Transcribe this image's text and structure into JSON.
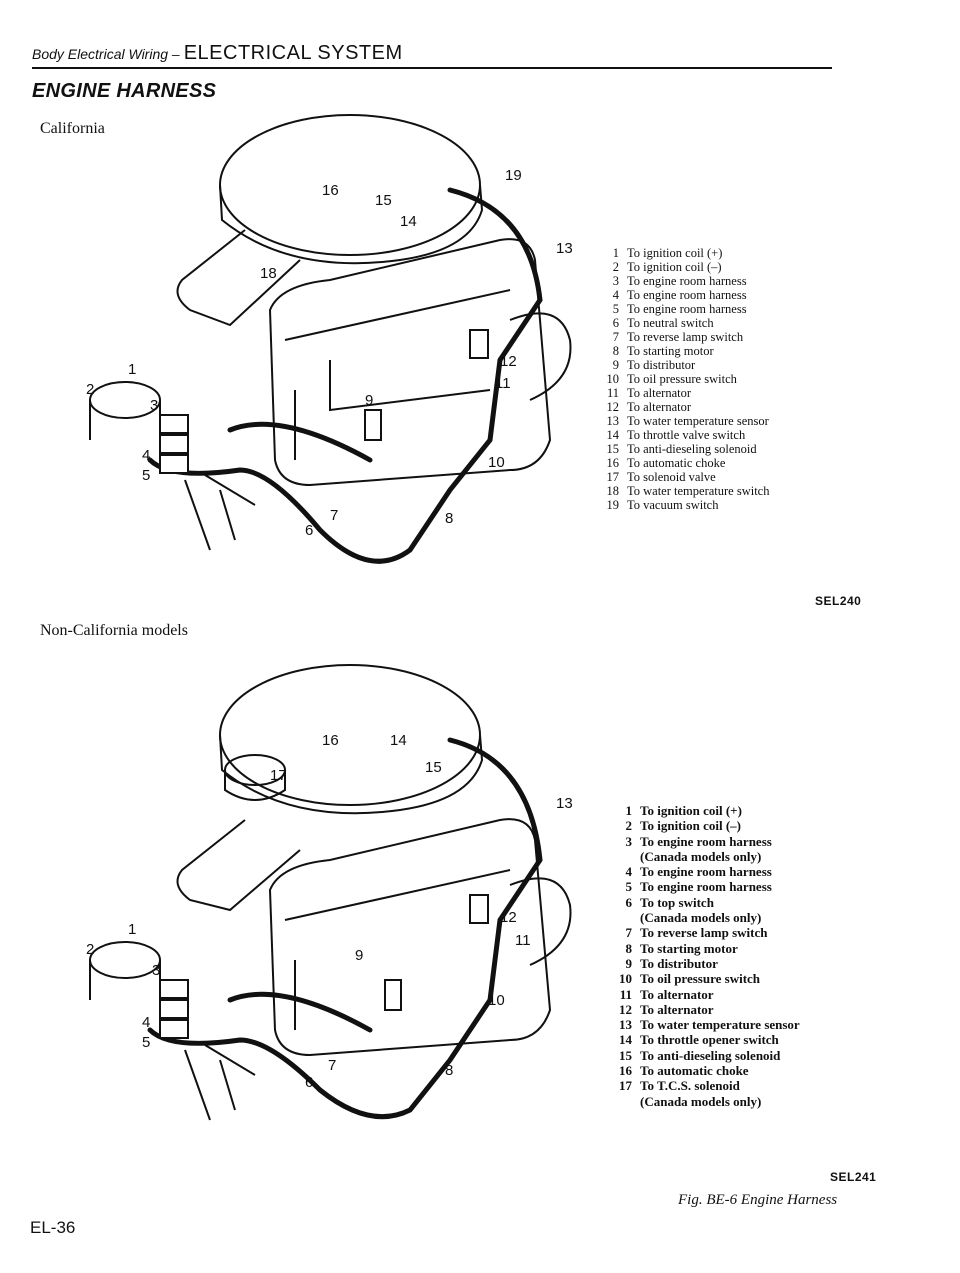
{
  "header": {
    "section": "Body Electrical Wiring –",
    "chapter": "ELECTRICAL SYSTEM"
  },
  "title": "ENGINE HARNESS",
  "diagrams": [
    {
      "label": "California",
      "code": "SEL240",
      "callouts": [
        "1",
        "2",
        "3",
        "4",
        "5",
        "6",
        "7",
        "8",
        "9",
        "10",
        "11",
        "12",
        "13",
        "14",
        "15",
        "16",
        "18",
        "19"
      ],
      "legend": [
        {
          "num": "1",
          "text": "To ignition coil (+)"
        },
        {
          "num": "2",
          "text": "To ignition coil (–)"
        },
        {
          "num": "3",
          "text": "To engine room harness"
        },
        {
          "num": "4",
          "text": "To engine room harness"
        },
        {
          "num": "5",
          "text": "To engine room harness"
        },
        {
          "num": "6",
          "text": "To neutral switch"
        },
        {
          "num": "7",
          "text": "To reverse lamp switch"
        },
        {
          "num": "8",
          "text": "To starting motor"
        },
        {
          "num": "9",
          "text": "To distributor"
        },
        {
          "num": "10",
          "text": "To oil pressure switch"
        },
        {
          "num": "11",
          "text": "To alternator"
        },
        {
          "num": "12",
          "text": "To alternator"
        },
        {
          "num": "13",
          "text": "To water temperature sensor"
        },
        {
          "num": "14",
          "text": "To throttle valve switch"
        },
        {
          "num": "15",
          "text": "To anti-dieseling solenoid"
        },
        {
          "num": "16",
          "text": "To automatic choke"
        },
        {
          "num": "17",
          "text": "To solenoid valve"
        },
        {
          "num": "18",
          "text": "To water temperature switch"
        },
        {
          "num": "19",
          "text": "To vacuum switch"
        }
      ]
    },
    {
      "label": "Non-California models",
      "code": "SEL241",
      "callouts": [
        "1",
        "2",
        "3",
        "4",
        "5",
        "6",
        "7",
        "8",
        "9",
        "10",
        "11",
        "12",
        "13",
        "14",
        "15",
        "16",
        "17"
      ],
      "legend": [
        {
          "num": "1",
          "text": "To ignition coil (+)"
        },
        {
          "num": "2",
          "text": "To ignition coil (–)"
        },
        {
          "num": "3",
          "text": "To engine room harness",
          "cont": "(Canada models only)"
        },
        {
          "num": "4",
          "text": "To engine room harness"
        },
        {
          "num": "5",
          "text": "To engine room harness"
        },
        {
          "num": "6",
          "text": "To top switch",
          "cont": "(Canada models only)"
        },
        {
          "num": "7",
          "text": "To reverse lamp switch"
        },
        {
          "num": "8",
          "text": "To starting motor"
        },
        {
          "num": "9",
          "text": "To distributor"
        },
        {
          "num": "10",
          "text": "To oil pressure switch"
        },
        {
          "num": "11",
          "text": "To alternator"
        },
        {
          "num": "12",
          "text": "To alternator"
        },
        {
          "num": "13",
          "text": "To water temperature sensor"
        },
        {
          "num": "14",
          "text": "To throttle opener switch"
        },
        {
          "num": "15",
          "text": "To anti-dieseling solenoid"
        },
        {
          "num": "16",
          "text": "To automatic choke"
        },
        {
          "num": "17",
          "text": "To T.C.S. solenoid",
          "cont": "(Canada models only)"
        }
      ]
    }
  ],
  "caption": "Fig. BE-6 Engine Harness",
  "page_number": "EL-36"
}
